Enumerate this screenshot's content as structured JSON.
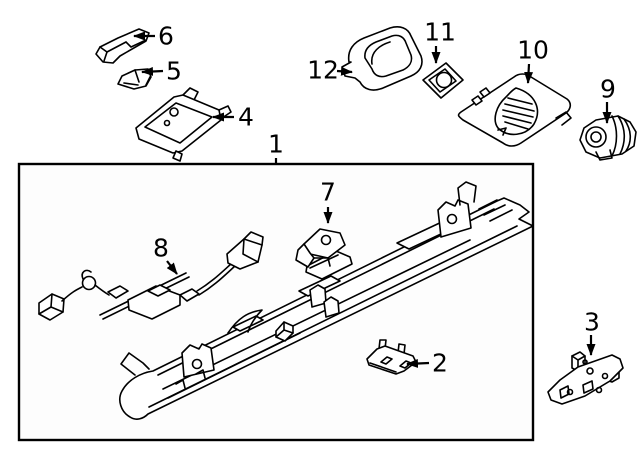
{
  "diagram": {
    "background_color": "#ffffff",
    "line_color": "#000000",
    "callouts": [
      {
        "label": "1"
      },
      {
        "label": "2"
      },
      {
        "label": "3"
      },
      {
        "label": "4"
      },
      {
        "label": "5"
      },
      {
        "label": "6"
      },
      {
        "label": "7"
      },
      {
        "label": "8"
      },
      {
        "label": "9"
      },
      {
        "label": "10"
      },
      {
        "label": "11"
      },
      {
        "label": "12"
      }
    ]
  }
}
